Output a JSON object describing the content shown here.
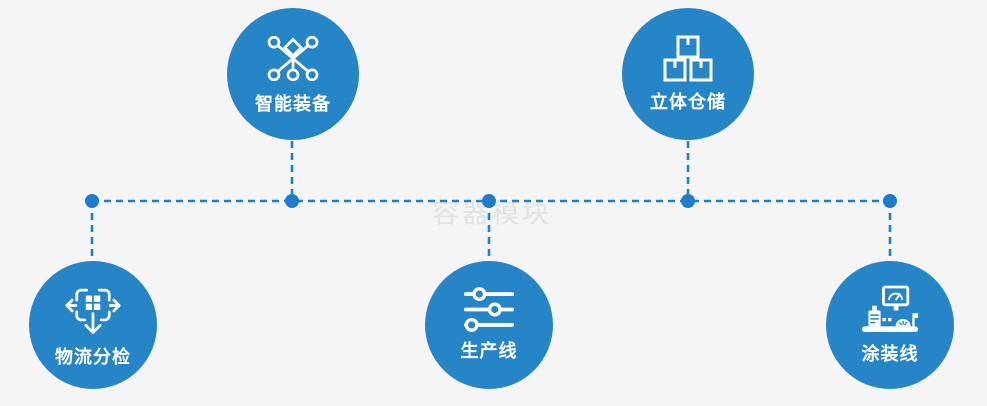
{
  "diagram": {
    "watermark": "容器模块",
    "nodes": [
      {
        "id": "smart-equipment",
        "label": "智能装备",
        "icon": "network-nodes-icon"
      },
      {
        "id": "stereo-warehouse",
        "label": "立体仓储",
        "icon": "stacked-boxes-icon"
      },
      {
        "id": "logistics-sorting",
        "label": "物流分检",
        "icon": "sorting-box-arrows-icon"
      },
      {
        "id": "production-line",
        "label": "生产线",
        "icon": "sliders-icon"
      },
      {
        "id": "painting-line",
        "label": "涂装线",
        "icon": "control-console-icon"
      }
    ],
    "colors": {
      "background": "#f5f5f6",
      "node_fill": "#2585c7",
      "connector_line": "#2180c9",
      "junction_dot": "#1e7ccb",
      "icon": "#ffffff",
      "watermark": "#e2e3e5"
    }
  }
}
